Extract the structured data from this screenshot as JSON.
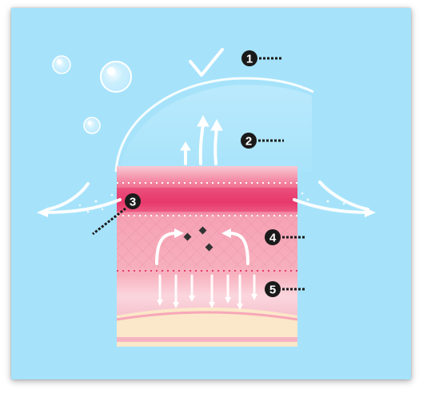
{
  "colors": {
    "background": "#a6e3fb",
    "badge": "#1a1a1a",
    "skin_top": "#e8396b",
    "skin_mid": "#f7aab7",
    "skin_bottom": "#fbe7c9"
  },
  "callouts": [
    {
      "number": "1",
      "target": "protective-dome"
    },
    {
      "number": "2",
      "target": "rising-moisture"
    },
    {
      "number": "3",
      "target": "epidermis-layer"
    },
    {
      "number": "4",
      "target": "dermis-layer"
    },
    {
      "number": "5",
      "target": "lower-layer"
    }
  ],
  "icons": [
    "checkmark-icon",
    "bubble-icon",
    "arrow-icon"
  ]
}
